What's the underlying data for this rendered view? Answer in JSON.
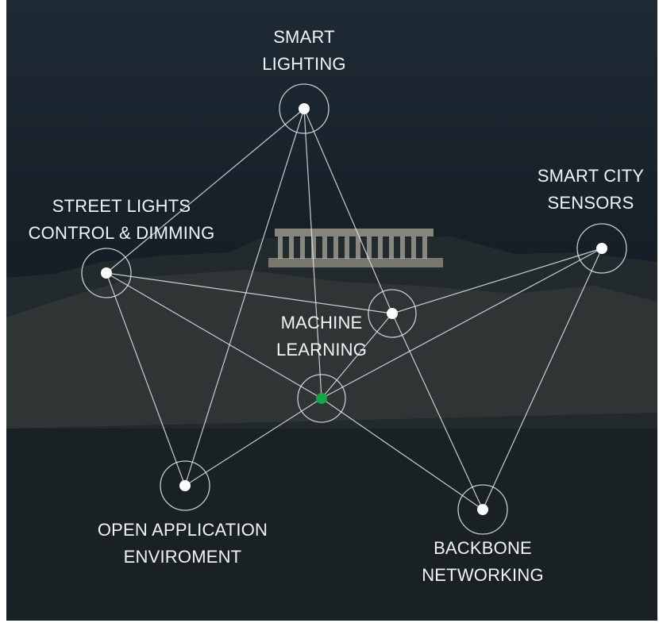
{
  "colors": {
    "sky_top": "#1e2a34",
    "sky_bottom": "#10161c",
    "line": "#e6e9ec",
    "node": "#ffffff",
    "node_accent": "#1aa34a",
    "temple_light": "#d9d4c0"
  },
  "nodes": [
    {
      "id": "smart-lighting",
      "label_lines": [
        "SMART",
        "LIGHTING"
      ],
      "dot_color": "white"
    },
    {
      "id": "street-lights",
      "label_lines": [
        "STREET LIGHTS",
        "CONTROL & DIMMING"
      ],
      "dot_color": "white"
    },
    {
      "id": "smart-city-sensors",
      "label_lines": [
        "SMART CITY",
        "SENSORS"
      ],
      "dot_color": "white"
    },
    {
      "id": "hub",
      "label_lines": [],
      "dot_color": "white"
    },
    {
      "id": "machine-learning",
      "label_lines": [
        "MACHINE",
        "LEARNING"
      ],
      "dot_color": "green"
    },
    {
      "id": "open-application",
      "label_lines": [
        "OPEN APPLICATION",
        "ENVIROMENT"
      ],
      "dot_color": "white"
    },
    {
      "id": "backbone-networking",
      "label_lines": [
        "BACKBONE",
        "NETWORKING"
      ],
      "dot_color": "white"
    }
  ],
  "connections": [
    [
      "smart-lighting",
      "street-lights"
    ],
    [
      "smart-lighting",
      "open-application"
    ],
    [
      "smart-lighting",
      "machine-learning"
    ],
    [
      "smart-lighting",
      "hub"
    ],
    [
      "street-lights",
      "hub"
    ],
    [
      "street-lights",
      "machine-learning"
    ],
    [
      "street-lights",
      "open-application"
    ],
    [
      "hub",
      "smart-city-sensors"
    ],
    [
      "hub",
      "machine-learning"
    ],
    [
      "hub",
      "backbone-networking"
    ],
    [
      "smart-city-sensors",
      "machine-learning"
    ],
    [
      "smart-city-sensors",
      "backbone-networking"
    ],
    [
      "machine-learning",
      "open-application"
    ],
    [
      "machine-learning",
      "backbone-networking"
    ]
  ]
}
